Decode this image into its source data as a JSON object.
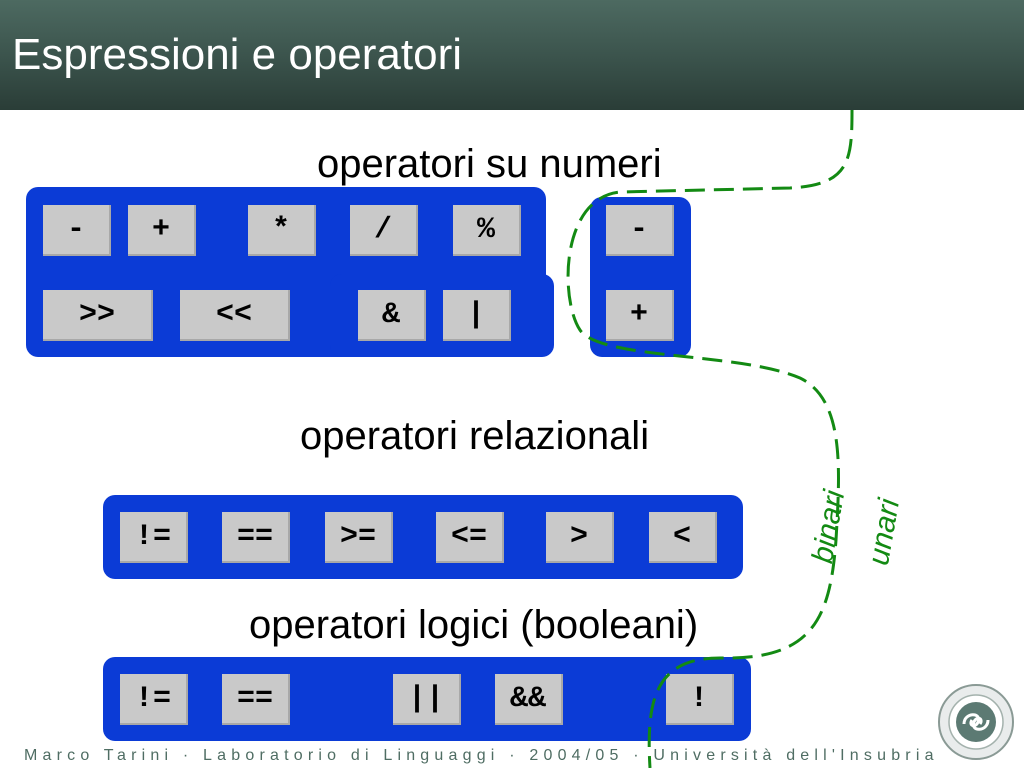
{
  "header": {
    "title": "Espressioni e operatori"
  },
  "sections": {
    "numeri": {
      "heading": "operatori su numeri",
      "binary_row1": [
        "-",
        "+",
        "*",
        "/",
        "%"
      ],
      "binary_row2": [
        ">>",
        "<<",
        "&",
        "|"
      ],
      "unary": [
        "-",
        "+"
      ]
    },
    "relazionali": {
      "heading": "operatori relazionali",
      "ops": [
        "!=",
        "==",
        ">=",
        "<=",
        ">",
        "<"
      ]
    },
    "logici": {
      "heading": "operatori logici (booleani)",
      "binary": [
        "!=",
        "==",
        "||",
        "&&"
      ],
      "unary": [
        "!"
      ]
    }
  },
  "labels": {
    "binary": "binari",
    "unary": "unari"
  },
  "footer": {
    "text": "Marco Tarini · Laboratorio di Linguaggi · 2004/05 · Università dell'Insubria"
  },
  "colors": {
    "panel": "#0b3bd6",
    "key": "#c9c9c9",
    "divider": "#138a13",
    "header": "#3a524b"
  },
  "icons": {
    "seal": "university-seal"
  }
}
